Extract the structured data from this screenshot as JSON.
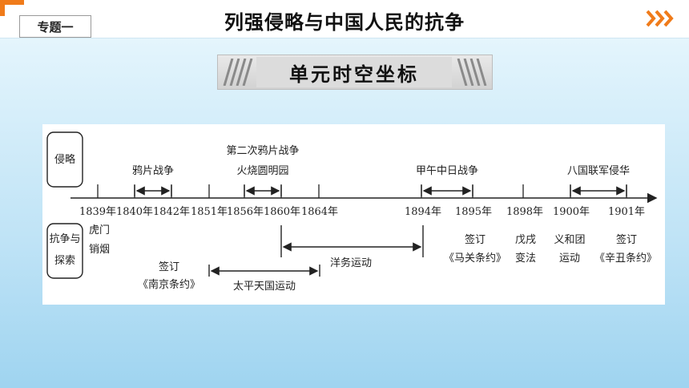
{
  "header": {
    "badge": "专题一",
    "title": "列强侵略与中国人民的抗争",
    "next_icon": "double-chevron-right-icon",
    "accent_color": "#f07b1a"
  },
  "banner": {
    "title": "单元时空坐标"
  },
  "timeline": {
    "label_aggression": "侵略",
    "label_resistance": [
      "抗争与",
      "探索"
    ],
    "years": [
      "1839年",
      "1840年",
      "1842年",
      "1851年",
      "1856年",
      "1860年",
      "1864年",
      "1894年",
      "1895年",
      "1898年",
      "1900年",
      "1901年"
    ],
    "top_events": [
      {
        "lines": [
          "鸦片战争"
        ]
      },
      {
        "lines": [
          "第二次鸦片战争",
          "火烧圆明园"
        ]
      },
      {
        "lines": [
          "甲午中日战争"
        ]
      },
      {
        "lines": [
          "八国联军侵华"
        ]
      }
    ],
    "bottom_events": [
      {
        "lines": [
          "虎门",
          "销烟"
        ]
      },
      {
        "lines": [
          "签订",
          "《南京条约》"
        ]
      },
      {
        "lines": [
          "太平天国运动"
        ]
      },
      {
        "lines": [
          "洋务运动"
        ]
      },
      {
        "lines": [
          "签订",
          "《马关条约》"
        ]
      },
      {
        "lines": [
          "戊戌",
          "变法"
        ]
      },
      {
        "lines": [
          "义和团",
          "运动"
        ]
      },
      {
        "lines": [
          "签订",
          "《辛丑条约》"
        ]
      }
    ]
  }
}
